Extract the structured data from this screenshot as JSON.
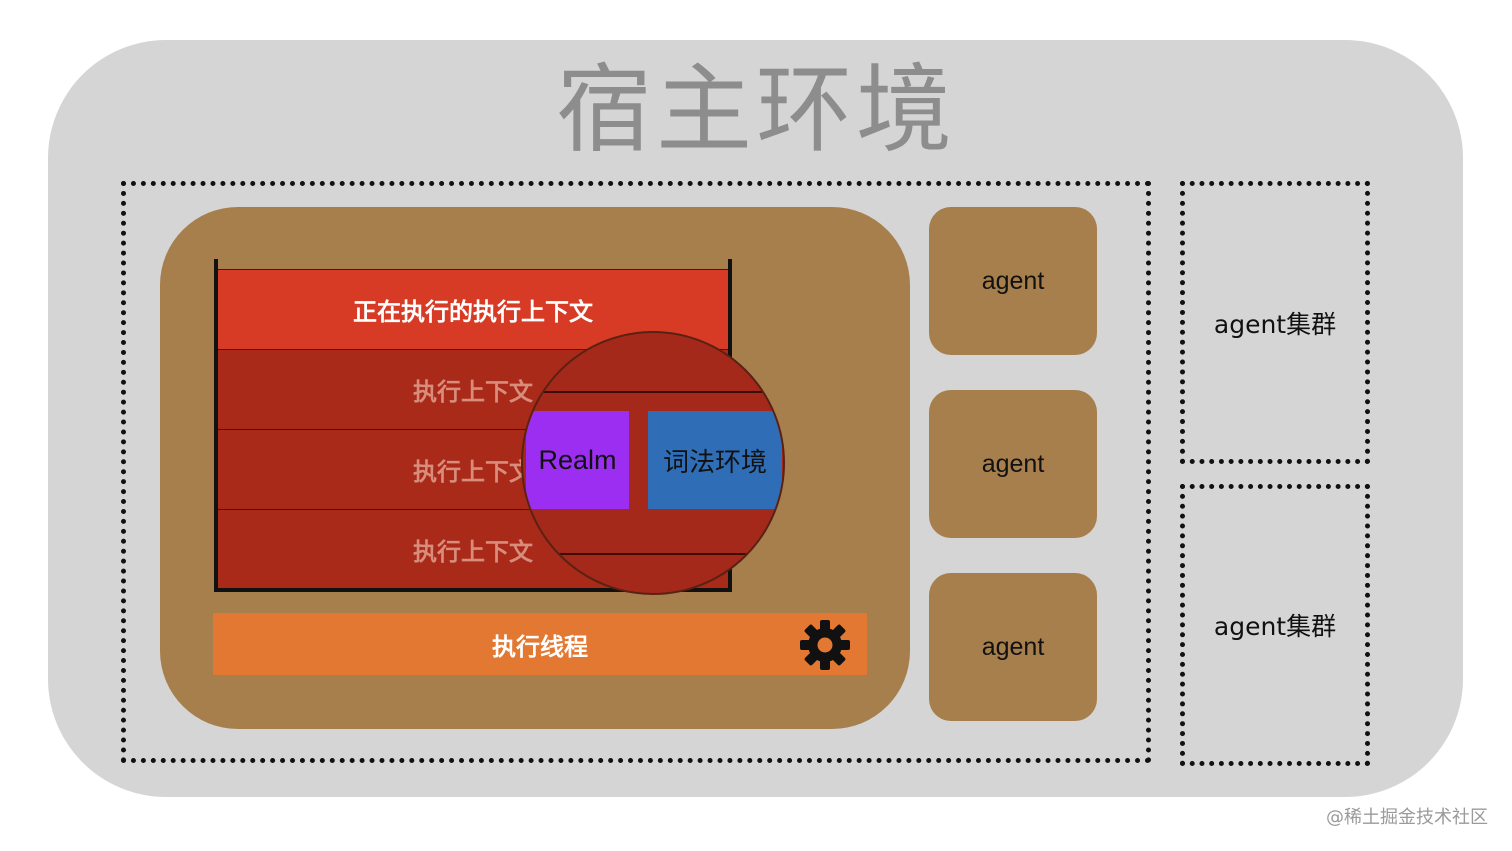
{
  "host": {
    "title": "宿主环境"
  },
  "agent_main": {
    "execution_stack": {
      "running_context": "正在执行的执行上下文",
      "contexts": [
        "执行上下文",
        "执行上下文",
        "执行上下文"
      ]
    },
    "thread": {
      "label": "执行线程",
      "icon": "gear-icon"
    },
    "magnifier": {
      "realm": "Realm",
      "lexical_environment": "词法环境"
    }
  },
  "agents": [
    "agent",
    "agent",
    "agent"
  ],
  "clusters": [
    "agent集群",
    "agent集群"
  ],
  "watermark": "@稀土掘金技术社区",
  "colors": {
    "host_bg": "#d5d5d5",
    "agent_bg": "#a67f4d",
    "running_context": "#d73b25",
    "context": "#aa2a19",
    "thread": "#e27832",
    "realm": "#9b2ef0",
    "lexical_environment": "#2f6eb6"
  }
}
